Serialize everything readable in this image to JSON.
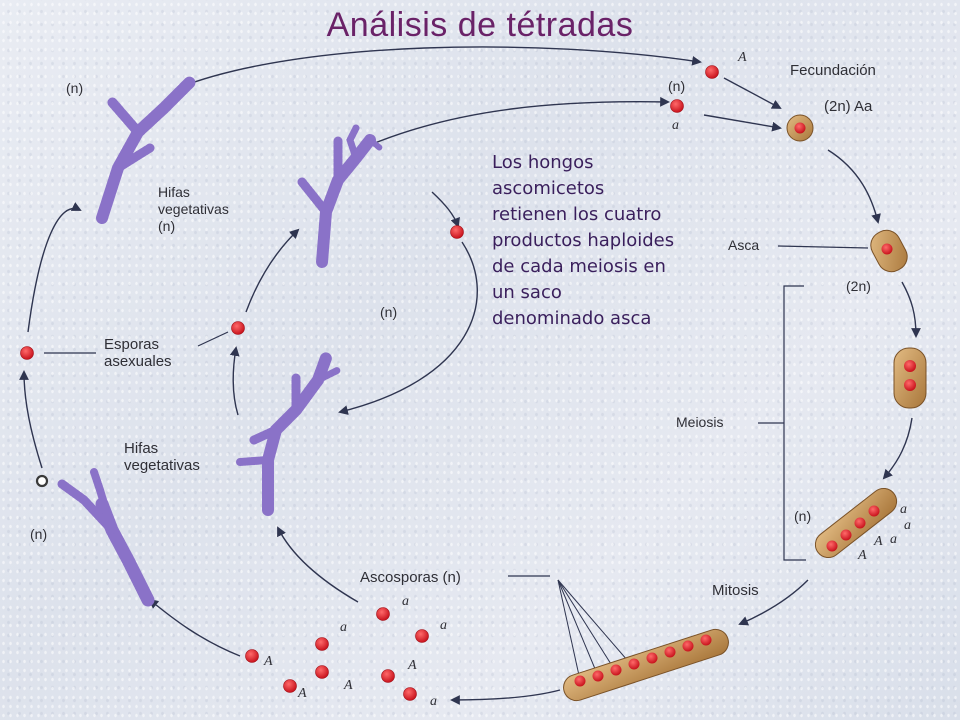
{
  "title": "Análisis de tétradas",
  "description": [
    "Los hongos",
    "ascomicetos",
    "retienen los cuatro",
    "productos haploides",
    "de cada meiosis en",
    "un saco",
    "denominado asca"
  ],
  "labels": {
    "n": "(n)",
    "two_n": "(2n)",
    "fecundacion": "Fecundación",
    "two_n_Aa": "(2n) Aa",
    "hifas_top": [
      "Hifas",
      "vegetativas",
      "(n)"
    ],
    "esporas": [
      "Esporas",
      "asexuales"
    ],
    "hifas_bottom": [
      "Hifas",
      "vegetativas"
    ],
    "asca": "Asca",
    "meiosis": "Meiosis",
    "mitosis": "Mitosis",
    "ascosporas": "Ascosporas (n)"
  },
  "alleles": {
    "A": "A",
    "a": "a"
  },
  "colors": {
    "title": "#6a2268",
    "hyphae": "#8a72c8",
    "cell": "#e0202a",
    "ascus": "#c79a5c"
  }
}
